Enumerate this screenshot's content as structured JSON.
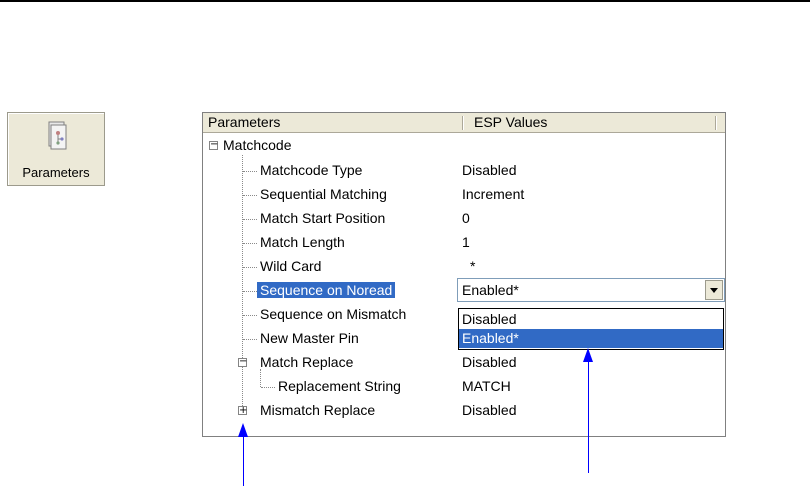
{
  "toolbar": {
    "parameters_button": {
      "label": "Parameters",
      "icon": "parameters-document-icon"
    }
  },
  "grid": {
    "headers": [
      "Parameters",
      "ESP Values"
    ],
    "root": {
      "label": "Matchcode",
      "expander": "−"
    },
    "rows": [
      {
        "label": "Matchcode Type",
        "value": "Disabled"
      },
      {
        "label": "Sequential Matching",
        "value": "Increment"
      },
      {
        "label": "Match Start Position",
        "value": "0"
      },
      {
        "label": "Match Length",
        "value": "1"
      },
      {
        "label": "Wild Card",
        "value": "*"
      },
      {
        "label": "Sequence on Noread",
        "value": "Enabled*",
        "selected": true
      },
      {
        "label": "Sequence on Mismatch",
        "value": ""
      },
      {
        "label": "New Master Pin",
        "value": ""
      },
      {
        "label": "Match Replace",
        "value": "Disabled",
        "expander": "−"
      },
      {
        "label": "Replacement String",
        "value": "MATCH"
      },
      {
        "label": "Mismatch Replace",
        "value": "Disabled",
        "expander": "+"
      }
    ]
  },
  "combo": {
    "value": "Enabled*",
    "options": [
      "Disabled",
      "Enabled*"
    ],
    "highlighted_option": "Enabled*"
  },
  "colors": {
    "selection": "#316ac5",
    "annotation_arrow": "#0000ff"
  }
}
